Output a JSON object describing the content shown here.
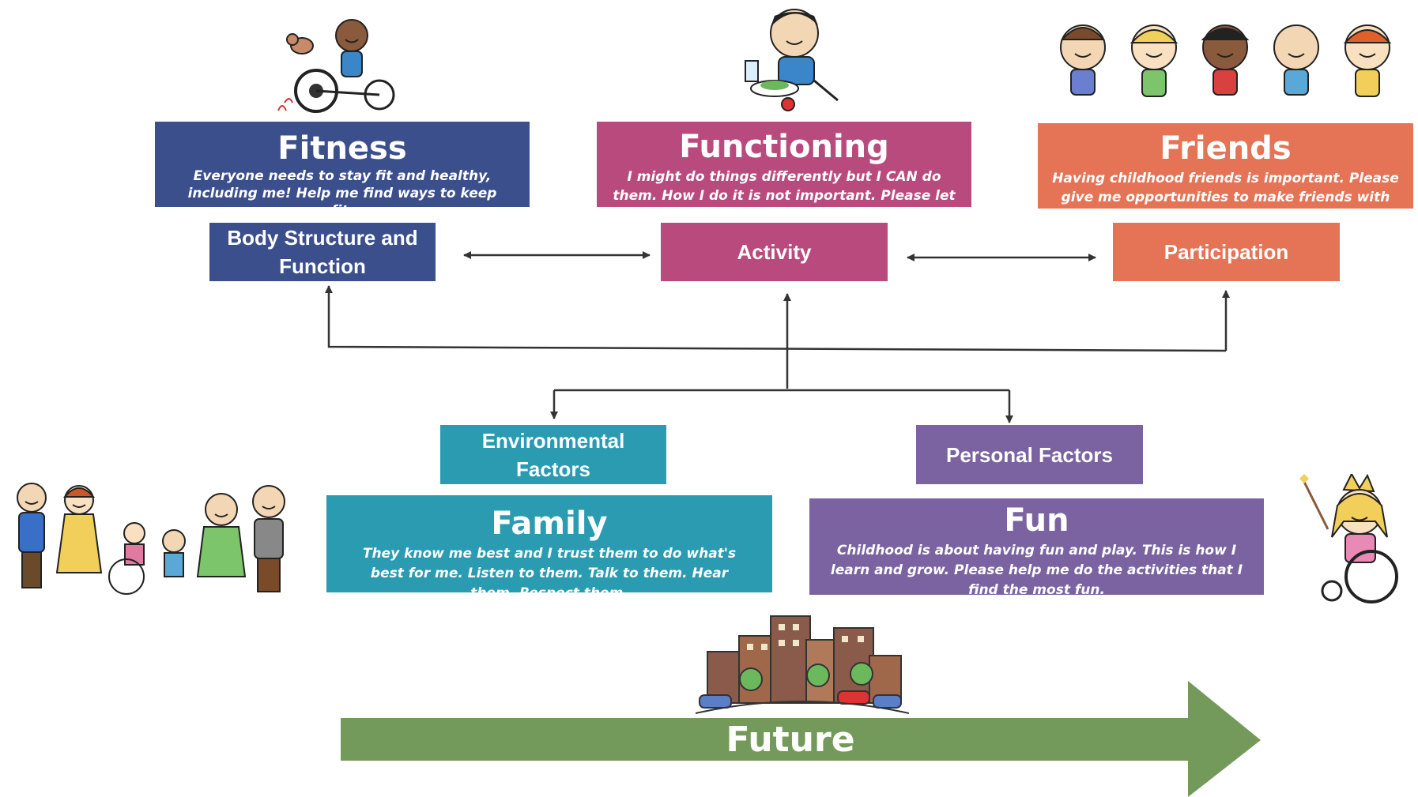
{
  "colors": {
    "fitness": "#3b4f8c",
    "functioning": "#b94a7e",
    "friends": "#e57356",
    "family": "#2a9bb1",
    "fun": "#7a63a0",
    "future": "#749a5b",
    "arrow": "#333333"
  },
  "fitness": {
    "title": "Fitness",
    "text": "Everyone needs to stay fit and healthy, including me! Help me find ways to keep fit."
  },
  "functioning": {
    "title": "Functioning",
    "text": "I might do things differently but I CAN do them. How I do it is not important. Please let me try!"
  },
  "friends": {
    "title": "Friends",
    "text": "Having childhood friends is important. Please give me opportunities to make friends with my peers."
  },
  "family": {
    "title": "Family",
    "text": "They know me best and I trust them to do what's best for me. Listen to them. Talk to them. Hear them. Respect them."
  },
  "fun": {
    "title": "Fun",
    "text": "Childhood is about having  fun and play. This is how I learn and grow. Please help me do the activities that I find the most fun."
  },
  "future": {
    "label": "Future"
  },
  "icf": {
    "body_structure": "Body Structure and Function",
    "activity": "Activity",
    "participation": "Participation",
    "environmental": "Environmental Factors",
    "personal": "Personal Factors"
  },
  "illustrations": {
    "fitness": "child-on-tricycle-with-dog",
    "functioning": "child-eating-meal",
    "friends": "group-of-five-children",
    "family": "family-with-child-in-wheelchair",
    "fun": "girl-with-crown-in-wheelchair",
    "future": "city-skyline-with-cars"
  }
}
